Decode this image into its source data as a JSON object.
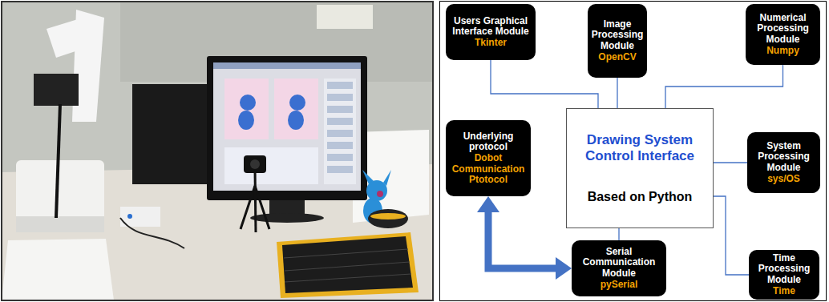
{
  "diagram": {
    "nodes": [
      {
        "text": [
          "Users Graphical Interface Module",
          "Tkinter"
        ]
      },
      {
        "text": [
          "Image Processing Module",
          "OpenCV"
        ]
      },
      {
        "text": [
          "Numerical Processing Module",
          "Numpy"
        ]
      },
      {
        "text": [
          "Underlying protocol",
          "Dobot Communication Ptotocol"
        ]
      },
      {
        "text": [
          "Drawing System Control Interface",
          "Based on Python"
        ]
      },
      {
        "text": [
          "System Processing Module",
          "sys/OS"
        ]
      },
      {
        "text": [
          "Serial Communication Module",
          "pySerial"
        ]
      },
      {
        "text": [
          "Time Processing Module",
          "Time"
        ]
      }
    ],
    "edges": [
      {
        "from": 4,
        "to": 0,
        "arrow": "none"
      },
      {
        "from": 4,
        "to": 1,
        "arrow": "none"
      },
      {
        "from": 4,
        "to": 2,
        "arrow": "none"
      },
      {
        "from": 4,
        "to": 5,
        "arrow": "none"
      },
      {
        "from": 4,
        "to": 6,
        "arrow": "none"
      },
      {
        "from": 4,
        "to": 7,
        "arrow": "none"
      },
      {
        "from": 3,
        "to": 6,
        "arrow": "both"
      }
    ]
  }
}
